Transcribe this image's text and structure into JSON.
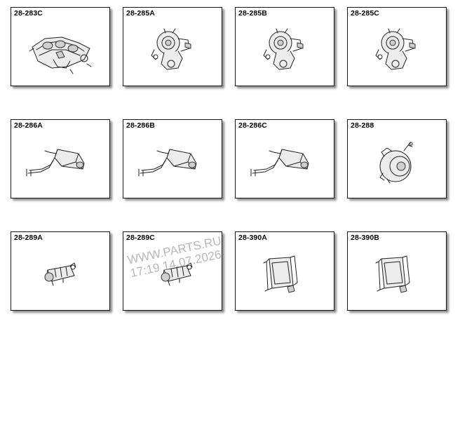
{
  "parts": [
    {
      "code": "28-283C",
      "icon": "exhaust-manifold-catalyst-icon"
    },
    {
      "code": "28-285A",
      "icon": "turbocharger-icon"
    },
    {
      "code": "28-285B",
      "icon": "turbocharger-icon"
    },
    {
      "code": "28-285C",
      "icon": "turbocharger-icon"
    },
    {
      "code": "28-286A",
      "icon": "muffler-icon"
    },
    {
      "code": "28-286B",
      "icon": "muffler-icon"
    },
    {
      "code": "28-286C",
      "icon": "muffler-icon"
    },
    {
      "code": "28-288",
      "icon": "actuator-motor-icon"
    },
    {
      "code": "28-289A",
      "icon": "heat-exchanger-icon"
    },
    {
      "code": "28-289C",
      "icon": "heat-exchanger-icon"
    },
    {
      "code": "28-390A",
      "icon": "control-module-icon"
    },
    {
      "code": "28-390B",
      "icon": "control-module-icon"
    }
  ],
  "watermark": {
    "line1": "WWW.PARTS.RU",
    "line2": "17:19 14.07.2026"
  }
}
